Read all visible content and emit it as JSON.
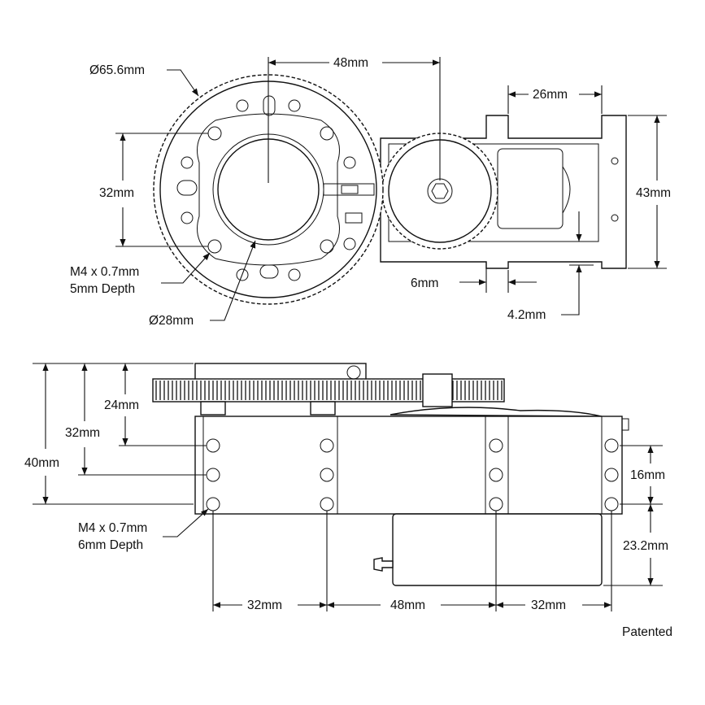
{
  "top_view": {
    "labels": {
      "gear_diameter": "Ø65.6mm",
      "center_distance": "48mm",
      "servo_body_width": "26mm",
      "hole_spacing": "32mm",
      "servo_height": "43mm",
      "tapped_hole_line1": "M4 x 0.7mm",
      "tapped_hole_line2": "5mm Depth",
      "tab_width": "6mm",
      "bore_diameter": "Ø28mm",
      "tab_offset": "4.2mm"
    }
  },
  "side_view": {
    "labels": {
      "overall_height": "40mm",
      "hole_height": "32mm",
      "gear_height": "24mm",
      "tapped_hole_line1": "M4 x 0.7mm",
      "tapped_hole_line2": "6mm Depth",
      "row_spacing": "16mm",
      "lower_body": "23.2mm",
      "left_spacing": "32mm",
      "middle_spacing": "48mm",
      "right_spacing": "32mm"
    }
  },
  "footer": {
    "note": "Patented"
  }
}
